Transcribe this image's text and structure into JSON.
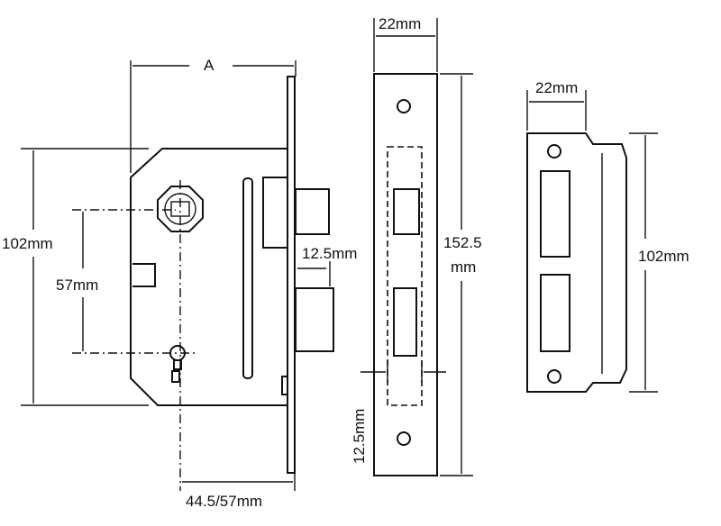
{
  "labels": {
    "dim_a": "A",
    "body_height": "102mm",
    "centres": "57mm",
    "bolt_throw": "12.5mm",
    "backset": "44.5/57mm",
    "forend_width": "22mm",
    "forend_length_value": "152.5",
    "forend_length_unit": "mm",
    "forend_offset": "12.5mm",
    "strike_width": "22mm",
    "strike_height": "102mm"
  },
  "colors": {
    "line": "#111111",
    "background": "#ffffff"
  }
}
